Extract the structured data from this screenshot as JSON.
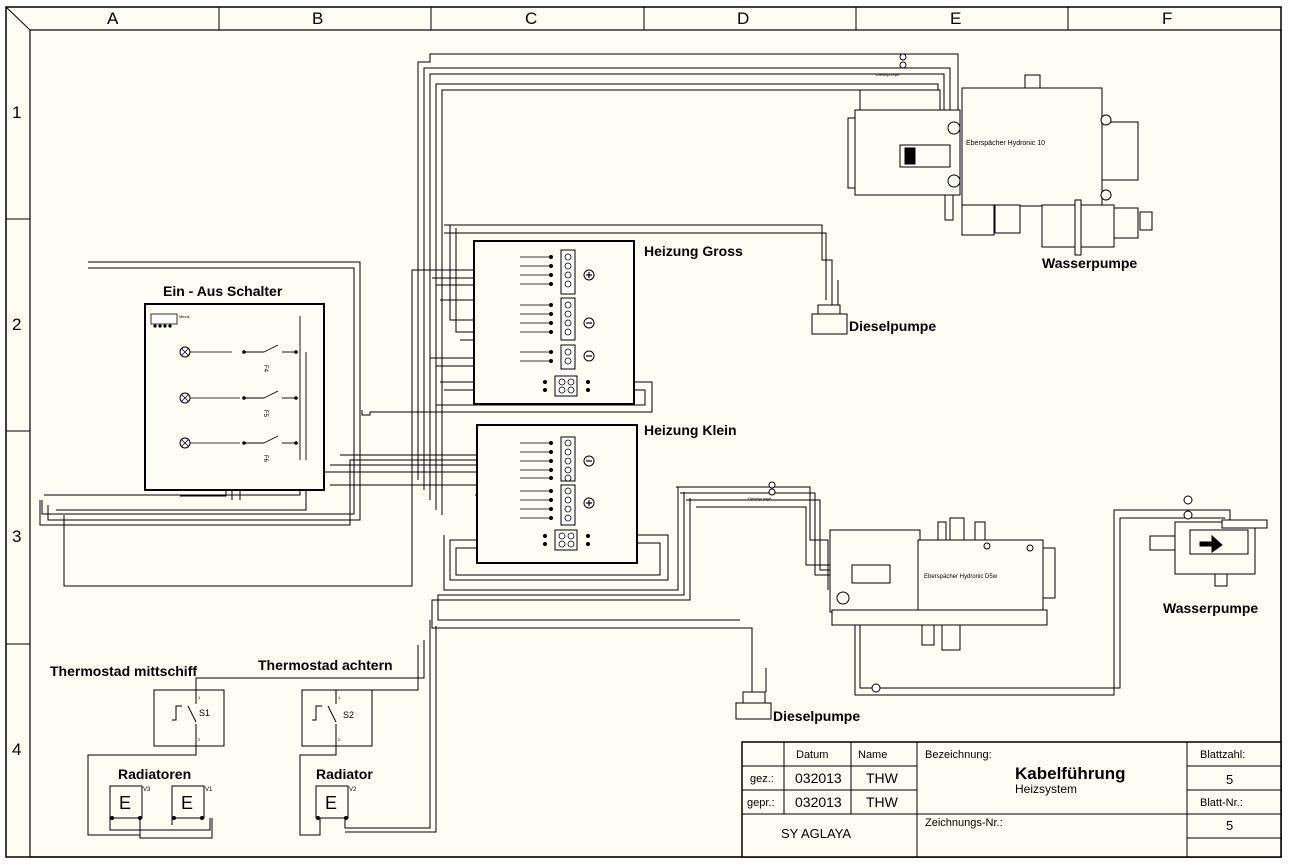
{
  "grid": {
    "columns": [
      "A",
      "B",
      "C",
      "D",
      "E",
      "F"
    ],
    "rows": [
      "1",
      "2",
      "3",
      "4"
    ]
  },
  "labels": {
    "heizung_gross": "Heizung Gross",
    "heizung_klein": "Heizung Klein",
    "ein_aus": "Ein - Aus Schalter",
    "wasserpumpe_1": "Wasserpumpe",
    "wasserpumpe_2": "Wasserpumpe",
    "dieselpumpe_1": "Dieselpumpe",
    "dieselpumpe_2": "Dieselpumpe",
    "thermo_mitte": "Thermostad mittschiff",
    "thermo_achtern": "Thermostad achtern",
    "radiatoren": "Radiatoren",
    "radiator": "Radiator",
    "hydronic10": "Eberspächer Hydronic 10",
    "hydronic_d5": "Eberspächer Hydronic D5w",
    "s1": "S1",
    "s2": "S2",
    "v1": "V1",
    "v2": "V2",
    "v3": "V3",
    "e": "E",
    "f4": "F4",
    "f5": "F5",
    "f6": "F6",
    "minus": "Minus",
    "t1": "1",
    "t2": "2",
    "dp_top": "Dieselpumpe",
    "dp_mid": "Dieselpumpe"
  },
  "title_block": {
    "col_datum": "Datum",
    "col_name": "Name",
    "gez": "gez.:",
    "gepr": "gepr.:",
    "gez_date": "032013",
    "gez_name": "THW",
    "gepr_date": "032013",
    "gepr_name": "THW",
    "bezeichnung_label": "Bezeichnung:",
    "title": "Kabelführung",
    "subtitle": "Heizsystem",
    "project": "SY AGLAYA",
    "zeichnungs_label": "Zeichnungs-Nr.:",
    "blattzahl_label": "Blattzahl:",
    "blattzahl": "5",
    "blattnr_label": "Blatt-Nr.:",
    "blattnr": "5"
  },
  "colors": {
    "line": "#000000",
    "paper": "#fdfdf3",
    "frame": "#ffffff"
  }
}
